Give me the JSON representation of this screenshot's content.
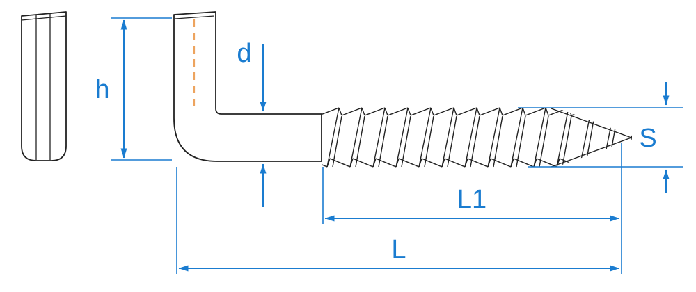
{
  "diagram": {
    "name": "Screw hook dimensional drawing",
    "labels": {
      "height": "h",
      "shaft_diameter": "d",
      "thread_diameter": "S",
      "thread_length": "L1",
      "total_length": "L"
    },
    "colors": {
      "dimension_blue": "#1a7cd0",
      "outline_black": "#222222",
      "centerline_orange": "#eda45f",
      "background": "#ffffff"
    }
  }
}
